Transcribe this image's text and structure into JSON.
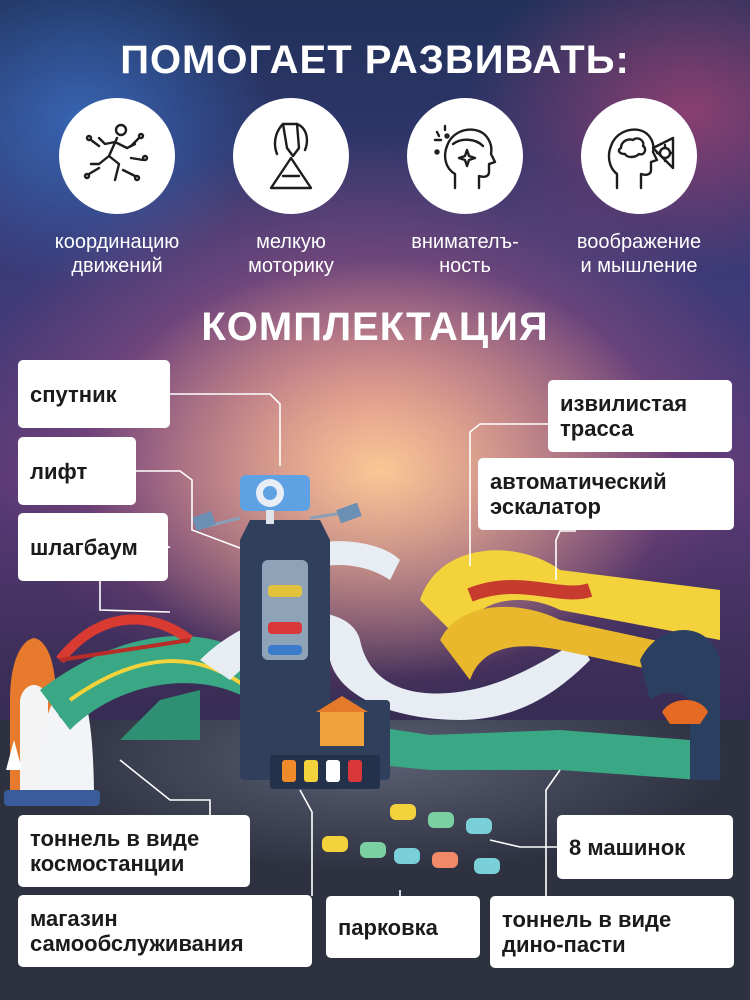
{
  "header": {
    "title": "ПОМОГАЕТ РАЗВИВАТЬ:"
  },
  "skills": [
    {
      "icon": "running-person-icon",
      "label_line1": "координацию",
      "label_line2": "движений"
    },
    {
      "icon": "hand-pinch-triangle-icon",
      "label_line1": "мелкую",
      "label_line2": "моторику"
    },
    {
      "icon": "head-brain-sparkle-icon",
      "label_line1": "внимателъ-",
      "label_line2": "ность"
    },
    {
      "icon": "head-brain-gear-icon",
      "label_line1": "воображение",
      "label_line2": "и мышление"
    }
  ],
  "kit": {
    "title": "КОМПЛЕКТАЦИЯ",
    "items": [
      {
        "line1": "спутник",
        "line2": ""
      },
      {
        "line1": "лифт",
        "line2": ""
      },
      {
        "line1": "шлагбаум",
        "line2": ""
      },
      {
        "line1": "извилистая",
        "line2": "трасса"
      },
      {
        "line1": "автоматический",
        "line2": "эскалатор"
      },
      {
        "line1": "тоннель в виде",
        "line2": "космостанции"
      },
      {
        "line1": "магазин",
        "line2": "самообслуживания"
      },
      {
        "line1": "парковка",
        "line2": ""
      },
      {
        "line1": "8 машинок",
        "line2": ""
      },
      {
        "line1": "тоннель в виде",
        "line2": "дино-пасти"
      }
    ]
  },
  "colors": {
    "accent_text": "#ffffff",
    "tag_bg": "#ffffff",
    "track_yellow": "#f3d23c",
    "track_green": "#3aa884",
    "track_white": "#e8edf4",
    "tower": "#2f3f5c"
  }
}
